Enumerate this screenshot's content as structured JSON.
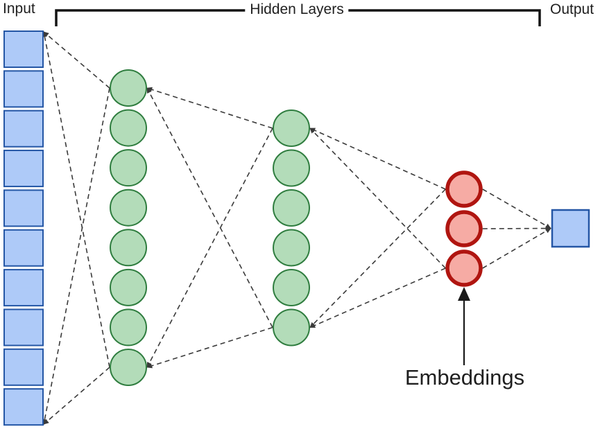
{
  "labels": {
    "input": "Input",
    "hidden_layers": "Hidden Layers",
    "output": "Output",
    "embeddings": "Embeddings"
  },
  "network": {
    "type": "neural-network-diagram",
    "layers": [
      {
        "id": "input",
        "role": "input layer",
        "node_shape": "square",
        "node_count": 10,
        "fill": "#aecaf8",
        "border": "#2456a5"
      },
      {
        "id": "hidden-1",
        "role": "hidden layer 1",
        "node_shape": "circle",
        "node_count": 8,
        "fill": "#b3dcb9",
        "border": "#2f7d3f"
      },
      {
        "id": "hidden-2",
        "role": "hidden layer 2",
        "node_shape": "circle",
        "node_count": 6,
        "fill": "#b3dcb9",
        "border": "#2f7d3f"
      },
      {
        "id": "embeddings",
        "role": "embedding layer",
        "node_shape": "circle",
        "node_count": 3,
        "fill": "#f6aba4",
        "border": "#b01510"
      },
      {
        "id": "output",
        "role": "output layer",
        "node_shape": "square",
        "node_count": 1,
        "fill": "#aecaf8",
        "border": "#2456a5"
      }
    ],
    "connector_style": "dashed",
    "colors": {
      "connector": "#3a3a3a",
      "bracket": "#141414",
      "annotation_arrow": "#1a1a1a",
      "text": "#1f1f1f"
    }
  }
}
